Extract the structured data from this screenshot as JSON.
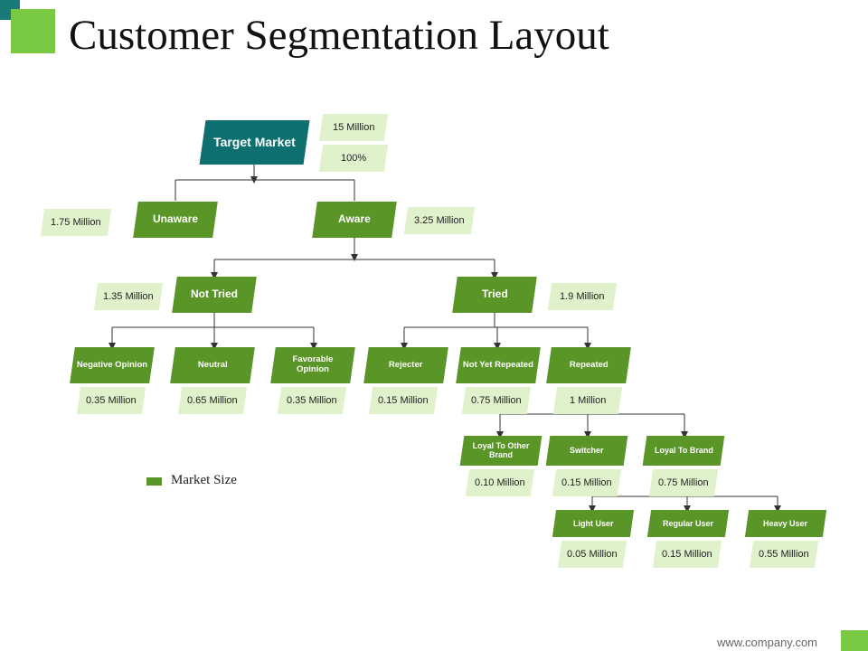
{
  "title": "Customer Segmentation Layout",
  "legend": {
    "label": "Market Size"
  },
  "footer": {
    "url": "www.company.com"
  },
  "colors": {
    "node_green": "#5a9527",
    "node_teal": "#0d6f6f",
    "value_fill": "#dff2cb",
    "accent_green": "#7ac943",
    "accent_teal": "#1a7a78"
  },
  "nodes": {
    "target": {
      "label": "Target Market",
      "values": [
        "15 Million",
        "100%"
      ]
    },
    "unaware": {
      "label": "Unaware",
      "value": "1.75 Million"
    },
    "aware": {
      "label": "Aware",
      "value": "3.25 Million"
    },
    "not_tried": {
      "label": "Not Tried",
      "value": "1.35 Million"
    },
    "tried": {
      "label": "Tried",
      "value": "1.9 Million"
    },
    "negative": {
      "label": "Negative Opinion",
      "value": "0.35 Million"
    },
    "neutral": {
      "label": "Neutral",
      "value": "0.65 Million"
    },
    "favorable": {
      "label": "Favorable Opinion",
      "value": "0.35 Million"
    },
    "rejecter": {
      "label": "Rejecter",
      "value": "0.15 Million"
    },
    "not_yet": {
      "label": "Not Yet Repeated",
      "value": "0.75 Million"
    },
    "repeated": {
      "label": "Repeated",
      "value": "1 Million"
    },
    "loyal_other": {
      "label": "Loyal To Other Brand",
      "value": "0.10 Million"
    },
    "switcher": {
      "label": "Switcher",
      "value": "0.15 Million"
    },
    "loyal_brand": {
      "label": "Loyal To Brand",
      "value": "0.75 Million"
    },
    "light": {
      "label": "Light User",
      "value": "0.05 Million"
    },
    "regular": {
      "label": "Regular User",
      "value": "0.15 Million"
    },
    "heavy": {
      "label": "Heavy User",
      "value": "0.55 Million"
    }
  }
}
